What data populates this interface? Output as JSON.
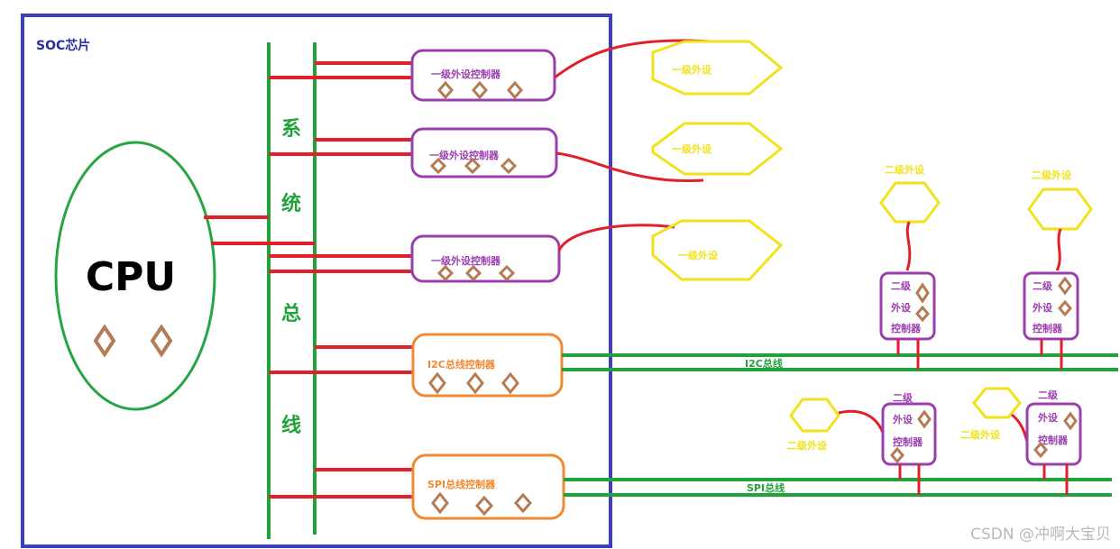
{
  "soc": {
    "title": "SOC芯片"
  },
  "cpu": {
    "label": "CPU"
  },
  "system_bus": {
    "chars": [
      "系",
      "统",
      "总",
      "线"
    ]
  },
  "controllers": {
    "primary_1": "一级外设控制器",
    "primary_2": "一级外设控制器",
    "primary_3": "一级外设控制器",
    "i2c": "I2C总线控制器",
    "spi": "SPI总线控制器"
  },
  "peripherals": {
    "primary_1": "一级外设",
    "primary_2": "一级外设",
    "primary_3": "一级外设",
    "secondary_i2c_1": "二级外设",
    "secondary_i2c_2": "二级外设",
    "secondary_spi_1": "二级外设",
    "secondary_spi_2": "二级外设"
  },
  "secondary_controllers": {
    "i2c_1": [
      "二级",
      "外设",
      "控制器"
    ],
    "i2c_2": [
      "二级",
      "外设",
      "控制器"
    ],
    "spi_1": [
      "二级",
      "外设",
      "控制器"
    ],
    "spi_2": [
      "二级",
      "外设",
      "控制器"
    ]
  },
  "buses": {
    "i2c": "I2C总线",
    "spi": "SPI总线"
  },
  "watermark": "CSDN @冲啊大宝贝",
  "colors": {
    "soc_border": "#3c3fc0",
    "soc_text": "#2b2d9e",
    "bus_green": "#21a33b",
    "wire_red": "#e0202a",
    "controller_purple": "#9b3fae",
    "i2c_spi_orange": "#f08a32",
    "peripheral_yellow": "#f2e21c",
    "diamond_brown": "#b57b55",
    "cpu_green": "#27a543"
  }
}
